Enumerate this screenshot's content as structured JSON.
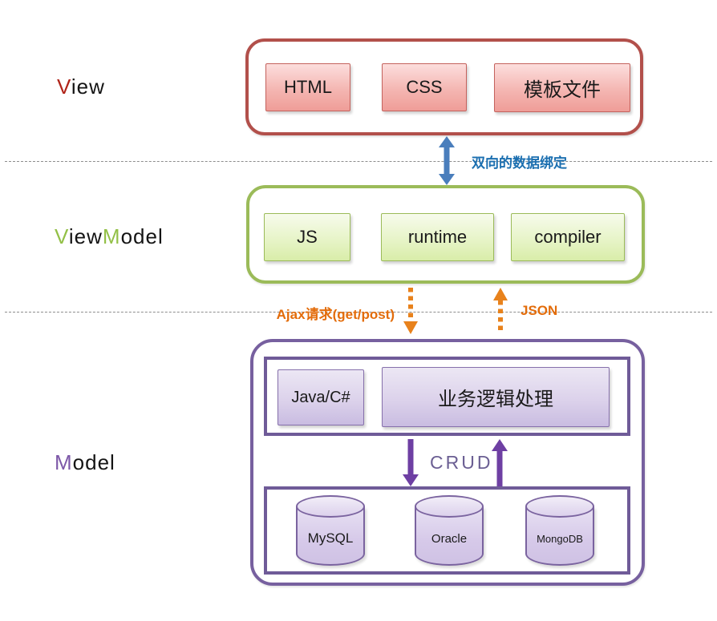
{
  "sections": {
    "view": {
      "label": [
        {
          "text": "V"
        },
        {
          "text": "iew"
        }
      ],
      "boxes": [
        "HTML",
        "CSS",
        "模板文件"
      ]
    },
    "viewmodel": {
      "label": [
        {
          "text": "V"
        },
        {
          "text": "iew"
        },
        {
          "text": "M"
        },
        {
          "text": "odel"
        }
      ],
      "boxes": [
        "JS",
        "runtime",
        "compiler"
      ]
    },
    "model": {
      "label": [
        {
          "text": "M"
        },
        {
          "text": "odel"
        }
      ],
      "logic_boxes": [
        "Java/C#",
        "业务逻辑处理"
      ],
      "crud_label": "CRUD",
      "databases": [
        "MySQL",
        "Oracle",
        "MongoDB"
      ]
    }
  },
  "connectors": {
    "binding_label": "双向的数据绑定",
    "ajax_label": "Ajax请求(get/post)",
    "json_label": "JSON"
  },
  "colors": {
    "view_border": "#b2504b",
    "view_box_fill_top": "#fcdedd",
    "view_box_fill_bottom": "#ef9d98",
    "viewmodel_border": "#9bbb59",
    "vm_box_fill_top": "#f7fbec",
    "vm_box_fill_bottom": "#d9eda9",
    "model_border": "#77609f",
    "model_box_fill_top": "#ece7f4",
    "model_box_fill_bottom": "#c9bce1",
    "binding_arrow": "#4a7ebc",
    "binding_text": "#1b6fb0",
    "ajax_arrow": "#e8821c",
    "ajax_text": "#e36c0a",
    "crud_arrow": "#6e3fa3",
    "crud_text": "#6b5f93"
  }
}
